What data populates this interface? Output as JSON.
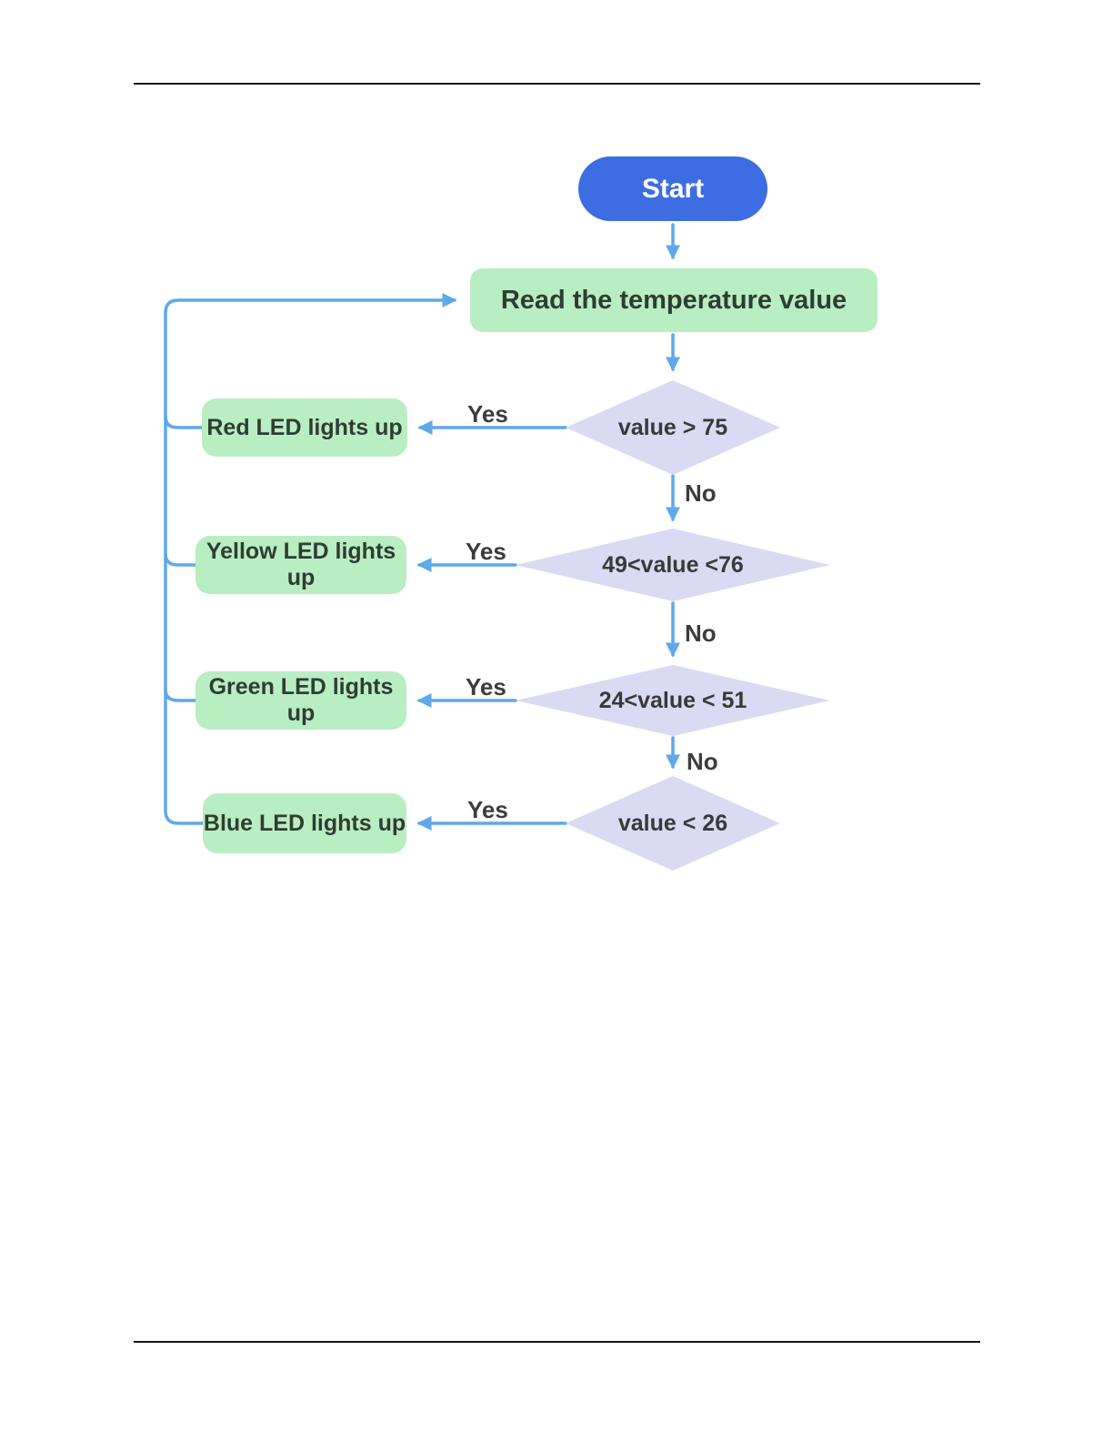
{
  "flowchart": {
    "start": {
      "label": "Start"
    },
    "process": {
      "label": "Read the temperature value"
    },
    "decisions": [
      {
        "label": "value > 75"
      },
      {
        "label": "49<value <76"
      },
      {
        "label": "24<value < 51"
      },
      {
        "label": "value < 26"
      }
    ],
    "actions": [
      {
        "label": "Red LED lights up"
      },
      {
        "label": "Yellow LED lights up"
      },
      {
        "label": "Green LED lights up"
      },
      {
        "label": "Blue LED lights up"
      }
    ],
    "edge_labels": {
      "yes": "Yes",
      "no": "No"
    },
    "colors": {
      "start_fill": "#3d6de2",
      "start_text": "#ffffff",
      "process_fill": "#b9edc2",
      "action_fill": "#b9edc2",
      "decision_fill": "#dbdaf3",
      "arrow": "#5ea9e9",
      "node_text": "#2f3d31",
      "decision_text": "#393939",
      "label_text": "#3c3c3c",
      "rule": "#161616"
    }
  }
}
